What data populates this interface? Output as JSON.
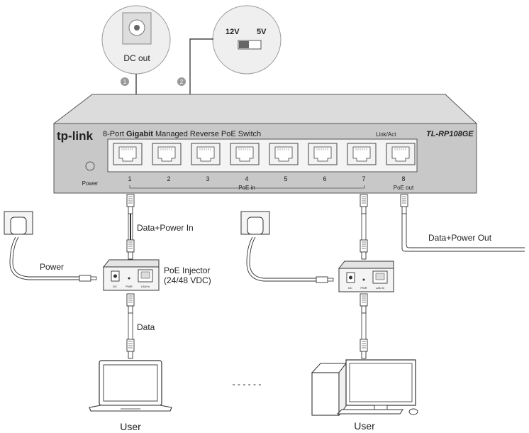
{
  "switch": {
    "brand": "tp-link",
    "title_prefix": "8-Port ",
    "title_bold": "Gigabit",
    "title_suffix": " Managed Reverse PoE Switch",
    "model": "TL-RP108GE",
    "link_act": "Link/Act",
    "power_label": "Power",
    "ports": [
      "1",
      "2",
      "3",
      "4",
      "5",
      "6",
      "7",
      "8"
    ],
    "poe_in_label": "PoE in",
    "poe_out_label": "PoE out"
  },
  "callouts": {
    "dc_out_label": "DC out",
    "badge_1": "1",
    "badge_2": "2",
    "v12": "12V",
    "v5": "5V"
  },
  "cables": {
    "data_power_in": "Data+Power In",
    "data_power_out": "Data+Power Out",
    "power": "Power",
    "data": "Data"
  },
  "injector": {
    "label_line1": "PoE Injector",
    "label_line2": "(24/48 VDC)",
    "dc": "DC",
    "pwr": "PWR",
    "lan_in": "LAN In"
  },
  "users": {
    "left": "User",
    "right": "User",
    "ellipsis": "- - - - - -"
  }
}
